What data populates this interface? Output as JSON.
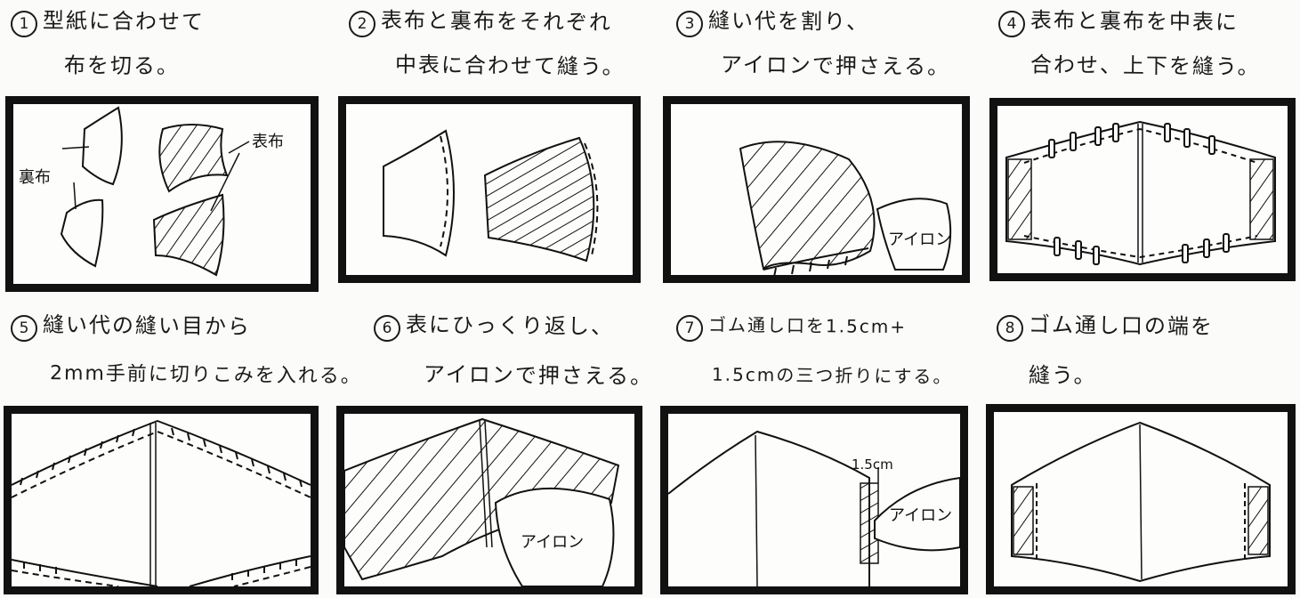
{
  "steps": [
    {
      "number": "1",
      "line1": "型紙に合わせて",
      "line2": "布を切る。",
      "labels": {
        "ura": "裏布",
        "omote": "表布"
      }
    },
    {
      "number": "2",
      "line1": "表布と裏布をそれぞれ",
      "line2": "中表に合わせて縫う。"
    },
    {
      "number": "3",
      "line1": "縫い代を割り、",
      "line2": "アイロンで押さえる。",
      "labels": {
        "iron": "アイロン"
      }
    },
    {
      "number": "4",
      "line1": "表布と裏布を中表に",
      "line2": "合わせ、上下を縫う。"
    },
    {
      "number": "5",
      "line1": "縫い代の縫い目から",
      "line2": "2mm手前に切りこみを入れる。"
    },
    {
      "number": "6",
      "line1": "表にひっくり返し、",
      "line2": "アイロンで押さえる。",
      "labels": {
        "iron": "アイロン"
      }
    },
    {
      "number": "7",
      "line1": "ゴム通し口を1.5cm+",
      "line2": "1.5cmの三つ折りにする。",
      "labels": {
        "iron": "アイロン",
        "measure": "1.5cm"
      }
    },
    {
      "number": "8",
      "line1": "ゴム通し口の端を",
      "line2": "縫う。"
    }
  ]
}
